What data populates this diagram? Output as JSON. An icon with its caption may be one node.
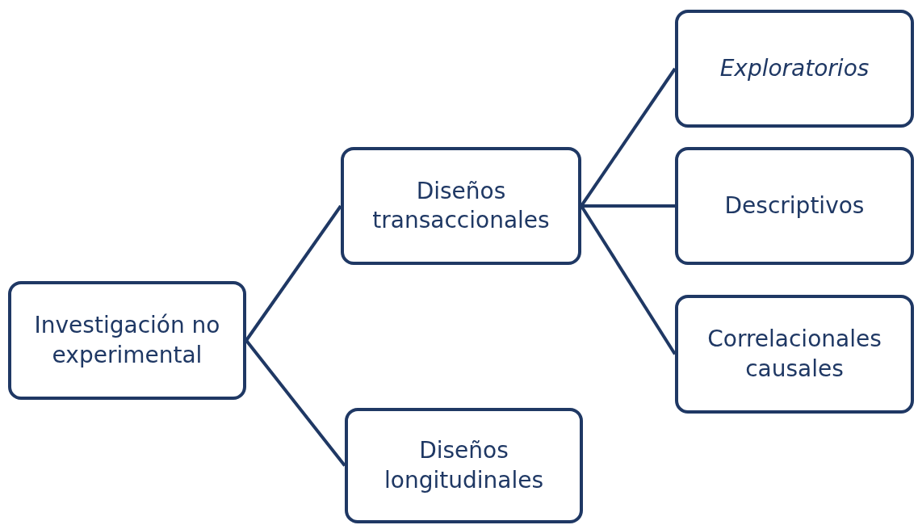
{
  "diagram": {
    "nodes": [
      {
        "text": [
          "Investigación no experimental"
        ]
      },
      {
        "text": [
          "Diseños transaccionales"
        ]
      },
      {
        "text": [
          "Diseños longitudinales"
        ]
      },
      {
        "text": [
          "Exploratorios"
        ]
      },
      {
        "text": [
          "Descriptivos"
        ]
      },
      {
        "text": [
          "Correlacionales causales"
        ]
      }
    ],
    "edges": [
      {
        "from": 0,
        "to": 1,
        "arrow": "none"
      },
      {
        "from": 0,
        "to": 2,
        "arrow": "none"
      },
      {
        "from": 1,
        "to": 3,
        "arrow": "none"
      },
      {
        "from": 1,
        "to": 4,
        "arrow": "none"
      },
      {
        "from": 1,
        "to": 5,
        "arrow": "none"
      }
    ]
  }
}
